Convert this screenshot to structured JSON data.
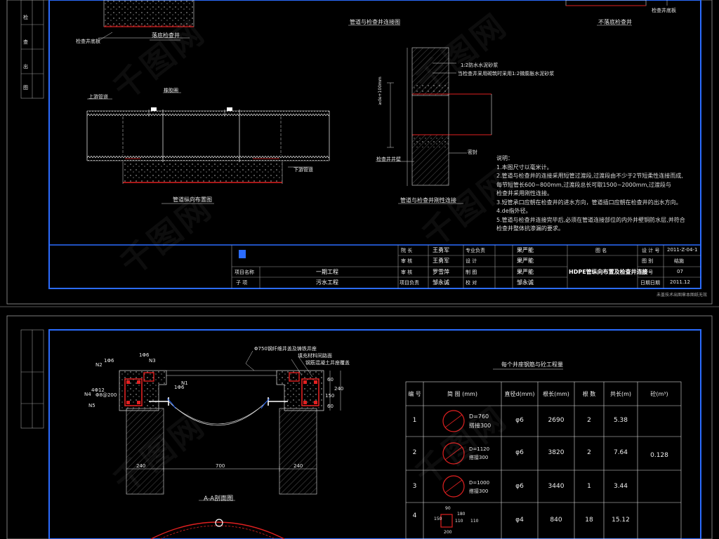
{
  "sheet1": {
    "titles": {
      "drop_well": "落底检查井",
      "pipe_connect": "管道与检查井连接图",
      "no_drop_well": "不落底检查井",
      "longitudinal": "管道纵向布置图",
      "rigid_connect": "管道与检查井刚性连接"
    },
    "labels": {
      "well_bottom_plate": "检查井底板",
      "well_bottom_plate2": "检查井底板",
      "upstream": "上游管道",
      "downstream": "下游管道",
      "rubber_ring": "橡胶圈",
      "mortar1": "1:2防水水泥砂浆",
      "mortar2": "当检查井采用砌筑时采用1:2微膨胀水泥砂浆",
      "well_wall": "检查井井壁",
      "grout": "密封",
      "dim": "≥de+100mm"
    },
    "notes_title": "说明：",
    "notes": [
      "1.本图尺寸以毫米计。",
      "2.管道与检查井的连接采用短管过渡段,过渡段由不少于2节短柔性连接而成,",
      "   每节短管长600~800mm,过渡段总长可取1500~2000mm,过渡段与",
      "   检查井采用刚性连接。",
      "3.短管承口应朝在检查井的进水方向，管道插口应朝在检查井的出水方向。",
      "4.de指外径。",
      "5.管道与检查井连接完毕后,必须在管道连接部位的内外井壁铜防水层,并符合",
      "   检查井整体抗渗漏的要求。"
    ],
    "title_block": {
      "project_name_label": "项目名称",
      "project_name": "一期工程",
      "sub_label": "子 项",
      "sub_item": "污水工程",
      "rows": [
        {
          "r1": "院 长",
          "n1": "王勇军",
          "r2": "专业负责",
          "n2": "果严能"
        },
        {
          "r1": "审 核",
          "n1": "王勇军",
          "r2": "设 计",
          "n2": "果严能"
        },
        {
          "r1": "审 核",
          "n1": "罗雪萍",
          "r2": "制 图",
          "n2": "果严能"
        },
        {
          "r1": "项目负责",
          "n1": "邹永诚",
          "r2": "校 对",
          "n2": "邹永诚"
        }
      ],
      "drawing_name_label": "图 名",
      "drawing_name": "HDPE管纵向布置及检查井连接",
      "meta": [
        {
          "k": "设 计 号",
          "v": "2011-Z-04-1"
        },
        {
          "k": "图 别",
          "v": "结施"
        },
        {
          "k": "图 号",
          "v": "07"
        },
        {
          "k": "日期日期",
          "v": "2011.12"
        }
      ],
      "footer_note": "未盖技术出图章本图纸无效"
    },
    "side_labels": [
      "检",
      "查",
      "出",
      "图"
    ]
  },
  "sheet2": {
    "top_label": "Φ750钢纤维井盖及铸铁井座",
    "top_label2": "填充材料同路面",
    "top_label3": "钢筋混凝土井座覆盖",
    "markers": [
      "N2",
      "N3",
      "N1",
      "N4",
      "N5"
    ],
    "rebar_labels": [
      "1Φ6",
      "1Φ6",
      "4Φ12",
      "Φ8@200",
      "1Φ6"
    ],
    "dims_bottom": [
      "240",
      "700",
      "240"
    ],
    "dims_right": [
      "60",
      "150",
      "240",
      "60"
    ],
    "section_title": "A-A剖面图",
    "table_title": "每个井座钢筋与砼工程量",
    "table_headers": [
      "编 号",
      "简 图 (mm)",
      "直径d(mm)",
      "根长(mm)",
      "根 数",
      "共长(m)",
      "砼(m³)"
    ],
    "table_rows": [
      {
        "no": "1",
        "sketch": [
          "D=760",
          "搭接300"
        ],
        "dia": "φ6",
        "len": "2690",
        "count": "2",
        "total": "5.38"
      },
      {
        "no": "2",
        "sketch": [
          "D=1120",
          "搭接300"
        ],
        "dia": "φ6",
        "len": "3820",
        "count": "2",
        "total": "7.64"
      },
      {
        "no": "3",
        "sketch": [
          "D=1000",
          "搭接300"
        ],
        "dia": "φ6",
        "len": "3440",
        "count": "1",
        "total": "3.44"
      },
      {
        "no": "4",
        "sketch": [
          "90",
          "180",
          "150",
          "110",
          "200",
          "110"
        ],
        "dia": "φ4",
        "len": "840",
        "count": "18",
        "total": "15.12"
      }
    ],
    "concrete": "0.128"
  },
  "watermark": "千图网",
  "colors": {
    "frame": "#2b6cff",
    "red": "#e02020",
    "yellow": "#e8e840",
    "line": "#e8e8e8"
  }
}
